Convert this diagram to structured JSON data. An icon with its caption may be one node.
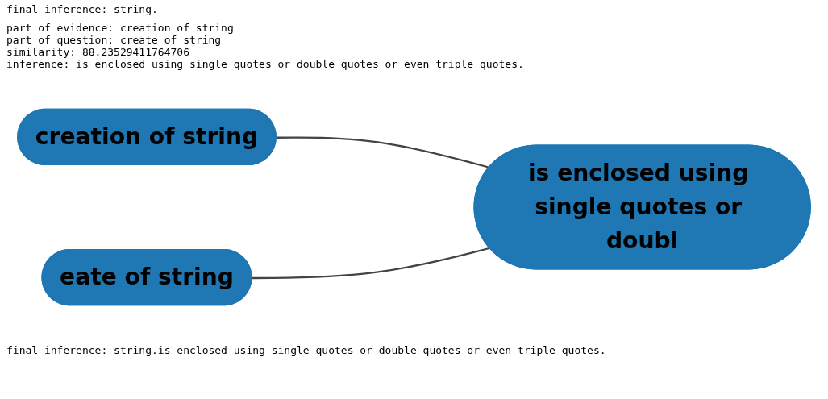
{
  "diagram": {
    "nodes": [
      {
        "text": [
          "creation of string"
        ]
      },
      {
        "text": [
          "eate of string"
        ]
      },
      {
        "text": [
          "is enclosed using single quotes or doubl"
        ]
      }
    ],
    "edges": [
      {
        "from": 0,
        "to": 2,
        "arrow": "none"
      },
      {
        "from": 1,
        "to": 2,
        "arrow": "none"
      }
    ],
    "labels": [
      "final inference: string.",
      "part of evidence: creation of string",
      "part of question: create of string",
      "similarity: 88.23529411764706",
      "inference: is enclosed using single quotes or double quotes or even triple quotes.",
      "final inference: string.is enclosed using single quotes or double quotes or even triple quotes."
    ]
  }
}
